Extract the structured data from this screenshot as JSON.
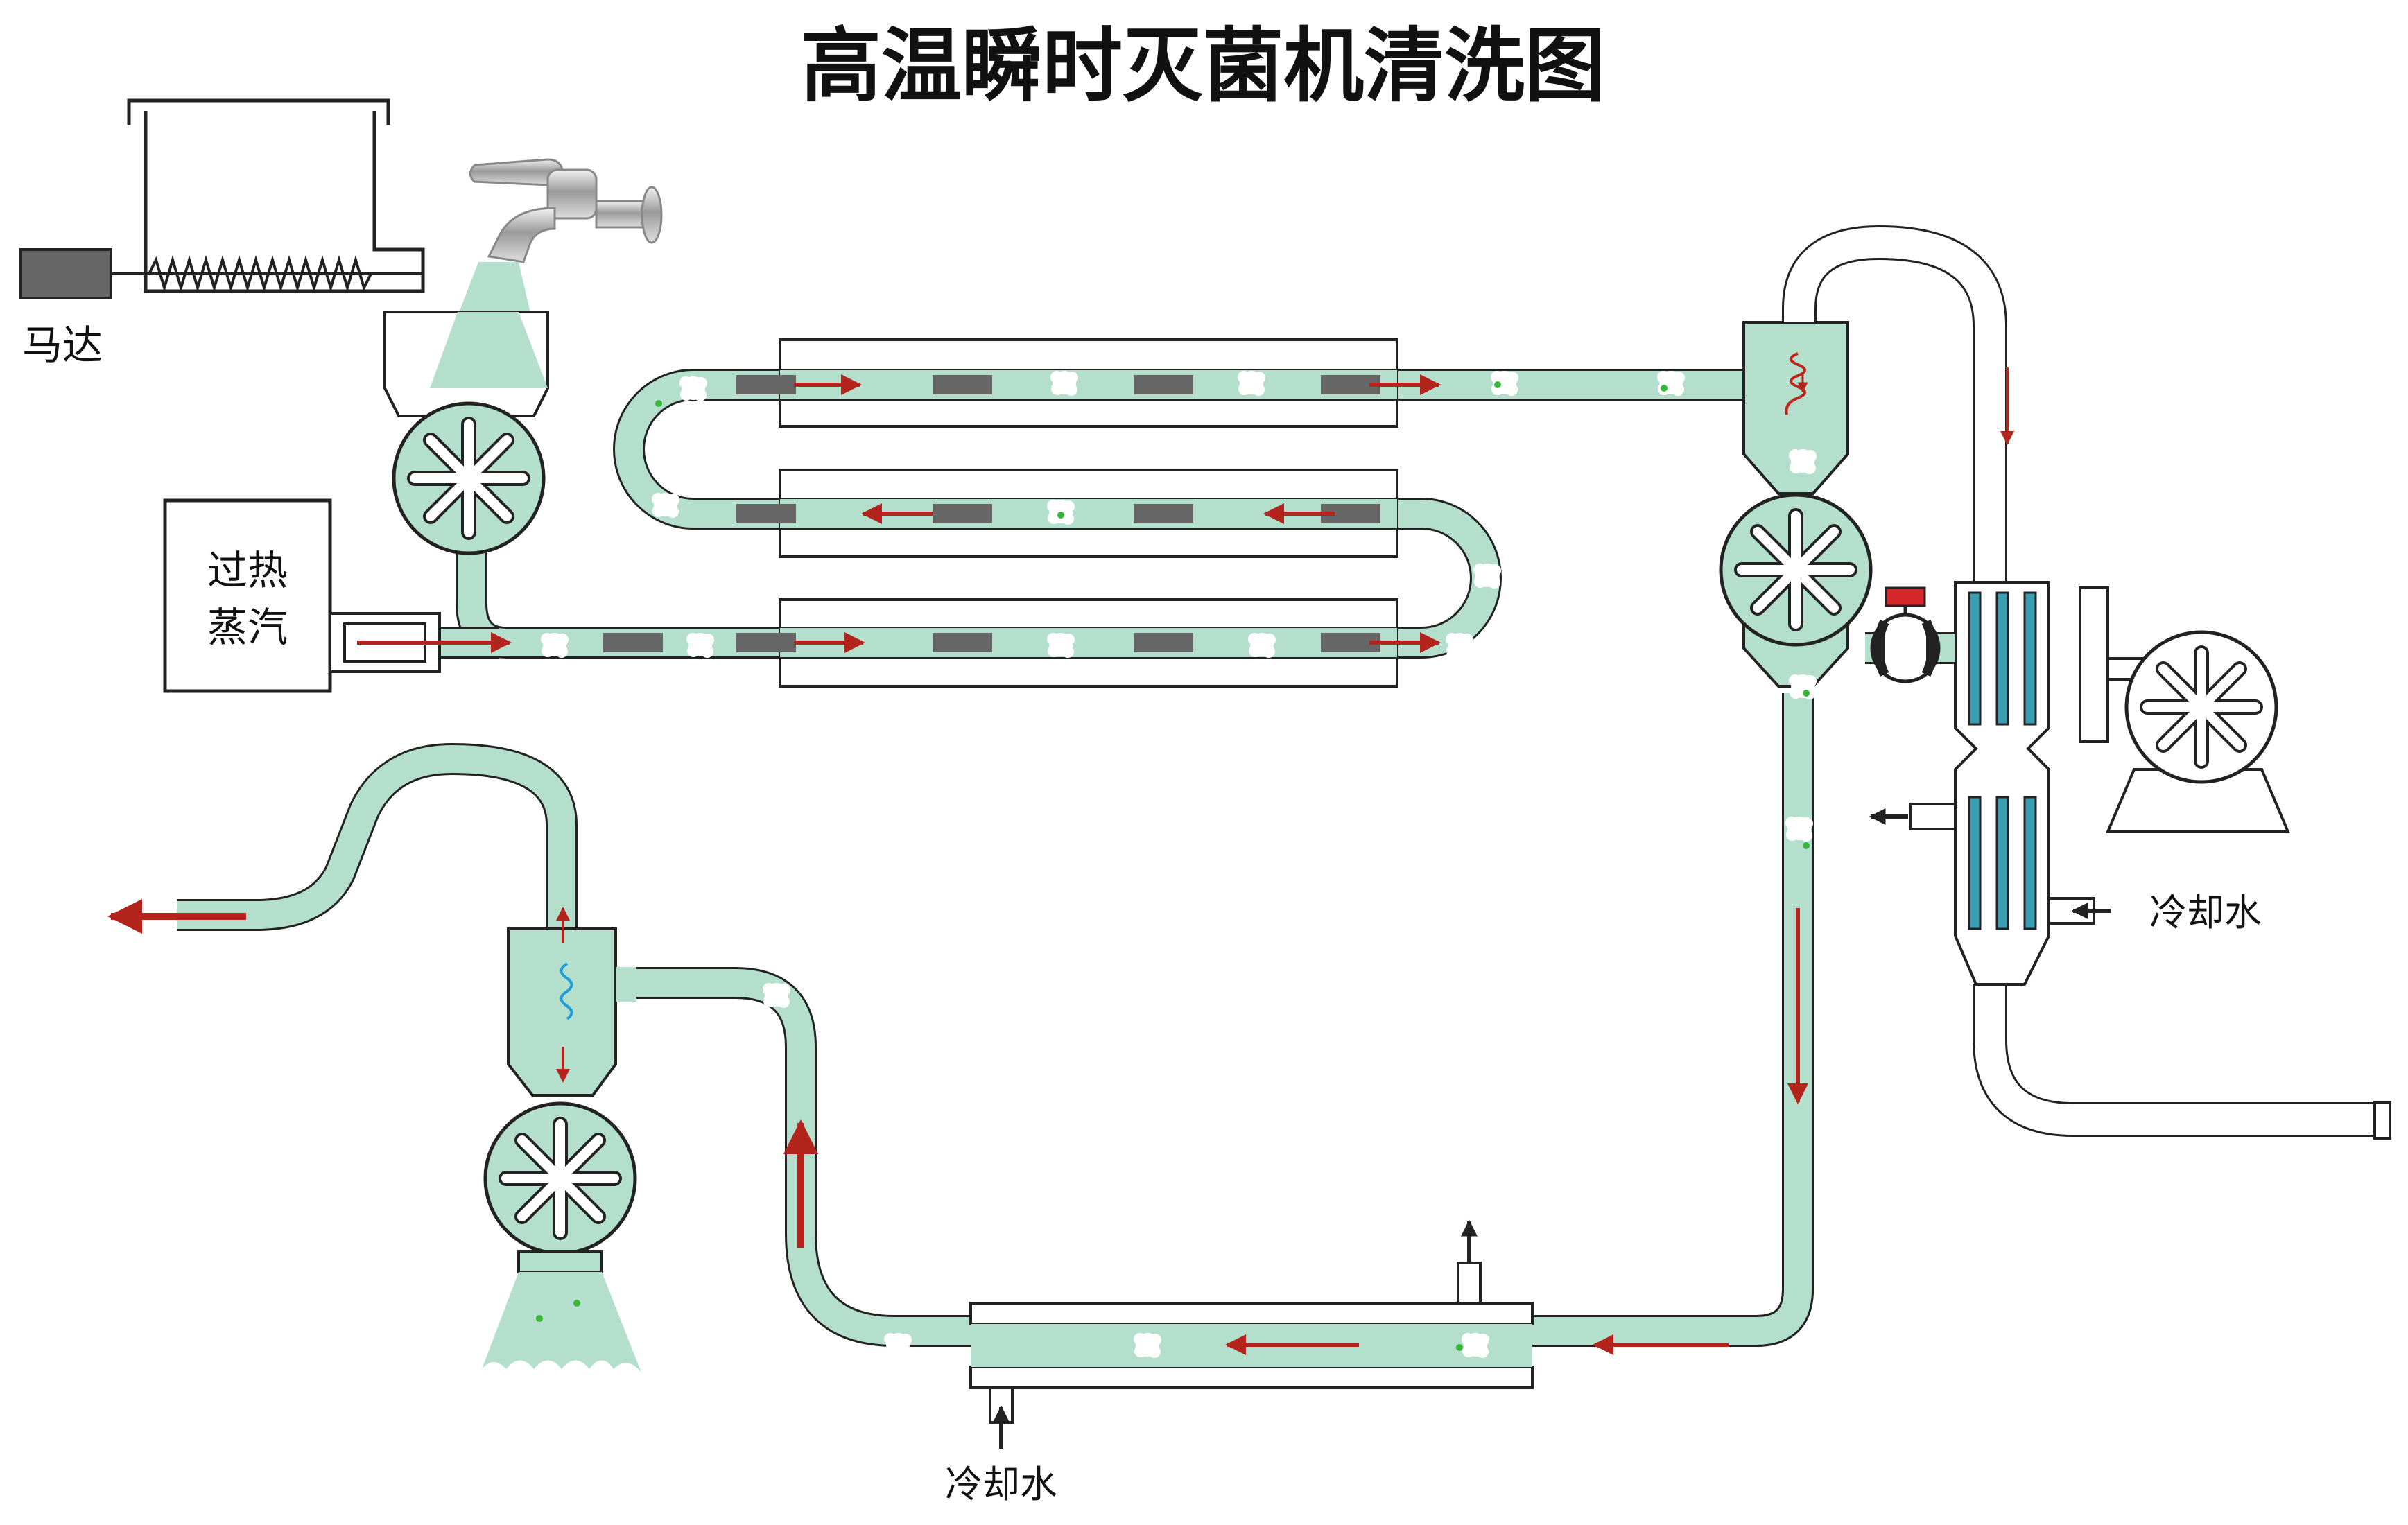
{
  "title": "高温瞬时灭菌机清洗图",
  "labels": {
    "motor": "马达",
    "steam_line1": "过热",
    "steam_line2": "蒸汽",
    "cooling_water_bottom": "冷却水",
    "cooling_water_right": "冷却水"
  },
  "colors": {
    "liquid": "#b4dfcc",
    "flow_arrow": "#b3241c",
    "outline": "#222222",
    "heater_block": "#666666",
    "cooler_tube": "#3a9fb2",
    "valve_cap": "#d5262a",
    "spiral_hot": "#c0251c",
    "spiral_cold": "#1e9ed8"
  },
  "icons": [
    "water-faucet-icon",
    "pump-impeller-icon",
    "steam-spiral-icon",
    "motor-icon"
  ]
}
